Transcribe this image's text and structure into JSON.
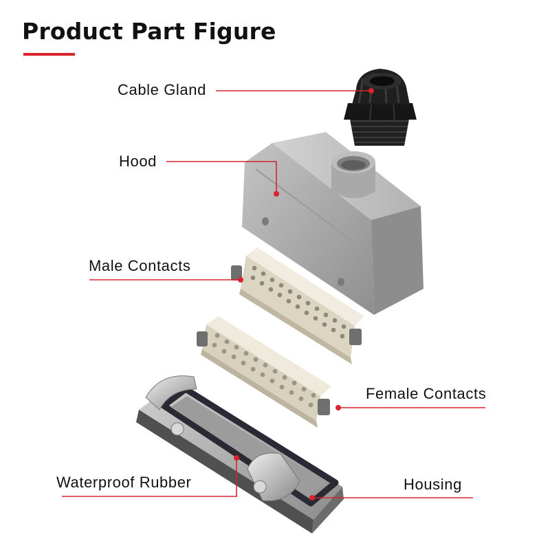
{
  "title": "Product Part Figure",
  "colors": {
    "accent": "#d9232d",
    "leader": "#d9232d",
    "text": "#111111",
    "hood_body": "#a7a7a7",
    "insert": "#e3ddcc",
    "gland": "#1b1b1b"
  },
  "parts": [
    {
      "id": "cable-gland",
      "label": "Cable Gland"
    },
    {
      "id": "hood",
      "label": "Hood"
    },
    {
      "id": "male-contacts",
      "label": "Male Contacts"
    },
    {
      "id": "female-contacts",
      "label": "Female Contacts"
    },
    {
      "id": "waterproof-rubber",
      "label": "Waterproof Rubber"
    },
    {
      "id": "housing",
      "label": "Housing"
    }
  ]
}
